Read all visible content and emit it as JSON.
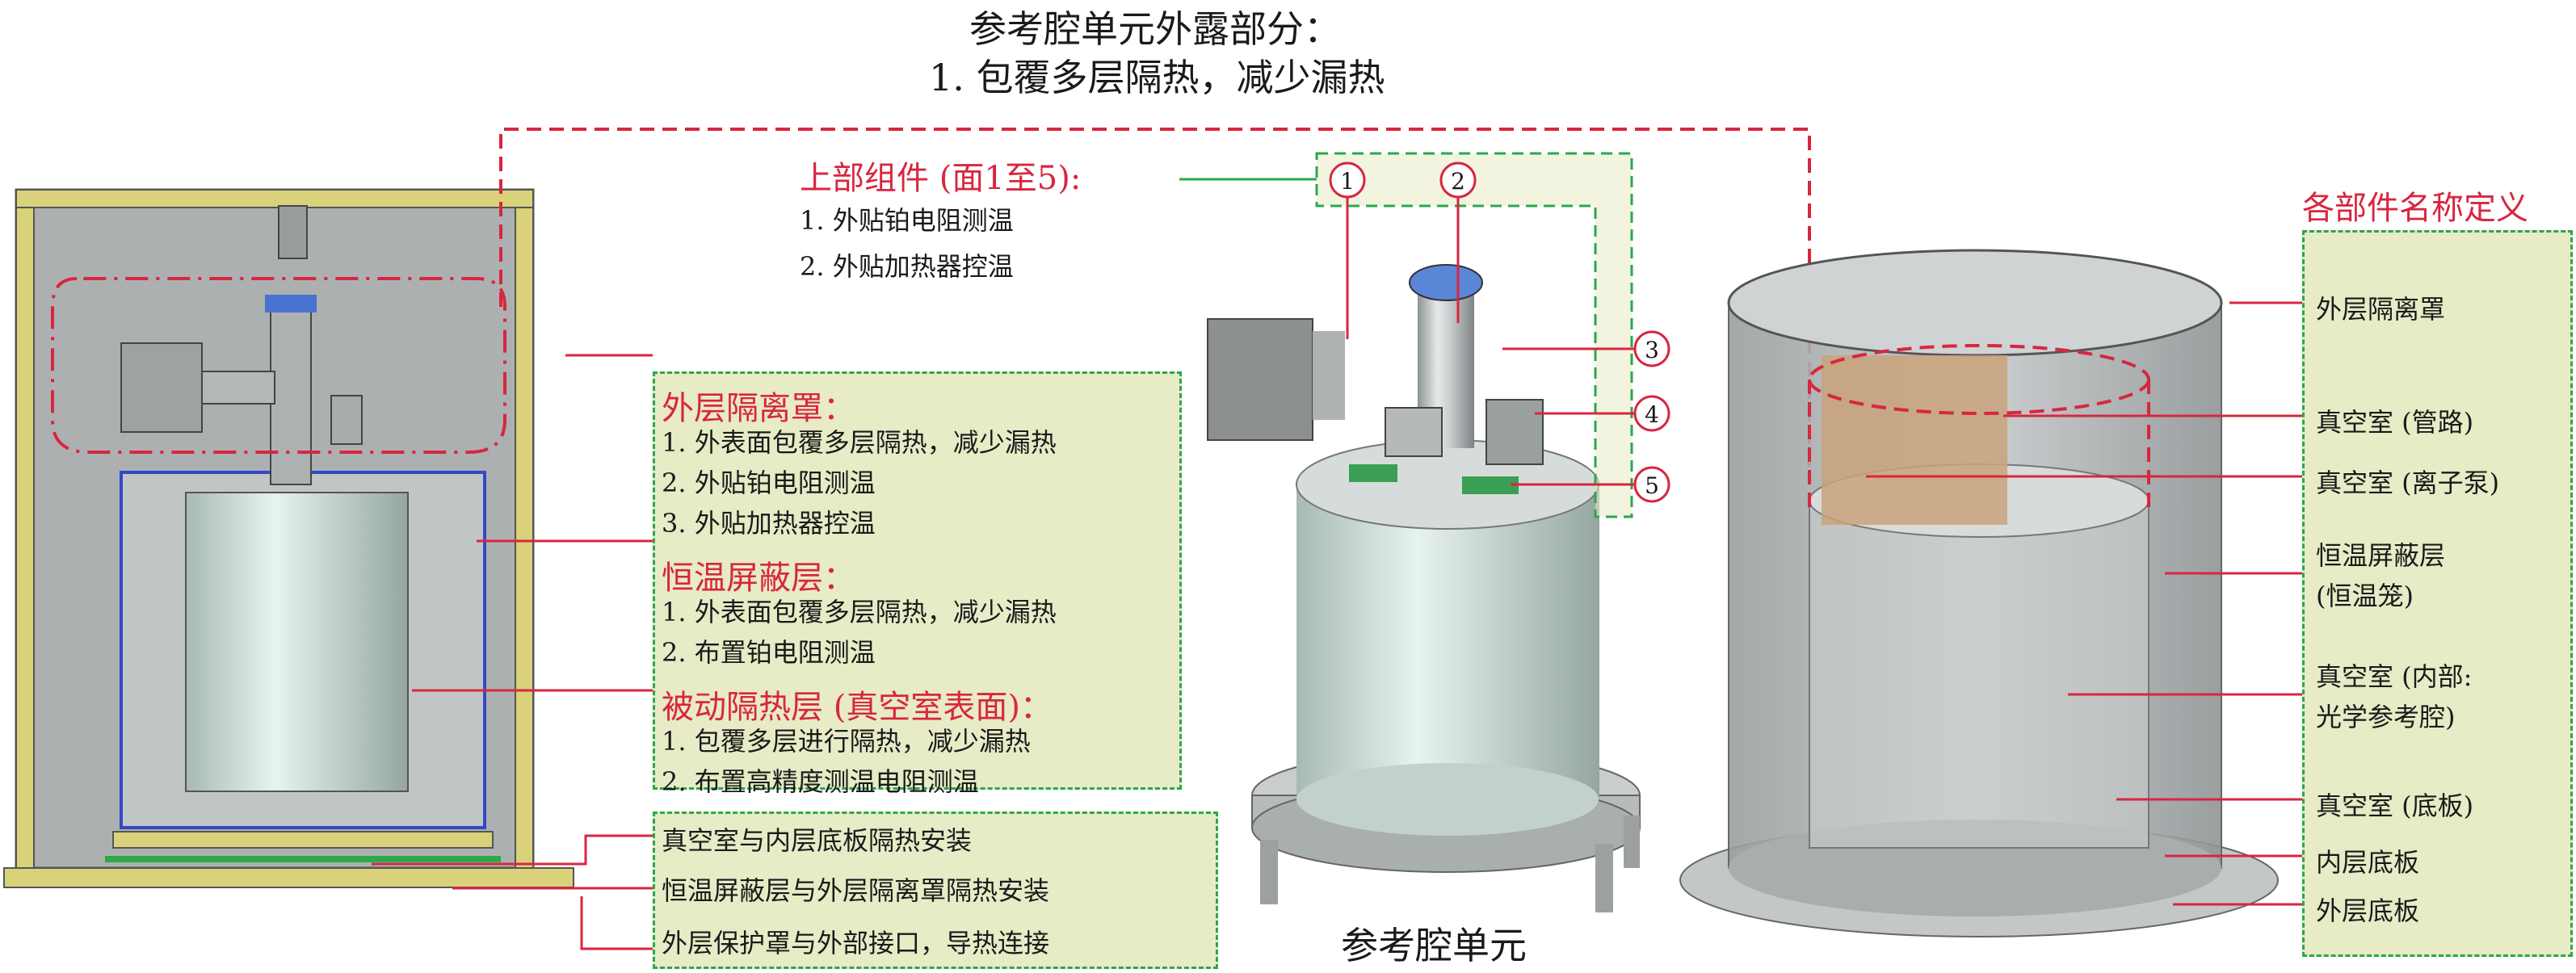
{
  "header": {
    "line1": "参考腔单元外露部分：",
    "line2": "1. 包覆多层隔热，减少漏热"
  },
  "top_components": {
    "title": "上部组件 (面1至5):",
    "items": [
      "1. 外贴铂电阻测温",
      "2. 外贴加热器控温"
    ]
  },
  "middle_box": {
    "outer_shield": {
      "title": "外层隔离罩：",
      "items": [
        "1. 外表面包覆多层隔热，减少漏热",
        "2. 外贴铂电阻测温",
        "3. 外贴加热器控温"
      ]
    },
    "thermal_shield": {
      "title": "恒温屏蔽层：",
      "items": [
        "1. 外表面包覆多层隔热，减少漏热",
        "2. 布置铂电阻测温"
      ]
    },
    "passive_layer": {
      "title": "被动隔热层 (真空室表面)：",
      "items": [
        "1. 包覆多层进行隔热，减少漏热",
        "2. 布置高精度测温电阻测温"
      ]
    }
  },
  "bottom_box": {
    "items": [
      "真空室与内层底板隔热安装",
      "恒温屏蔽层与外层隔离罩隔热安装",
      "外层保护罩与外部接口，导热连接"
    ]
  },
  "center_caption": "参考腔单元",
  "component_markers": [
    "1",
    "2",
    "3",
    "4",
    "5"
  ],
  "right_panel": {
    "title": "各部件名称定义",
    "labels": [
      "外层隔离罩",
      "真空室 (管路)",
      "真空室 (离子泵)",
      "恒温屏蔽层",
      "(恒温笼)",
      "真空室 (内部:",
      "光学参考腔)",
      "真空室 (底板)",
      "内层底板",
      "外层底板"
    ]
  },
  "colors": {
    "callout_red": "#d8263f",
    "box_fill": "#e7ebc6",
    "box_border": "#2aa84a",
    "leader_blue": "#3348c7",
    "steel": "#b8bcbd"
  }
}
